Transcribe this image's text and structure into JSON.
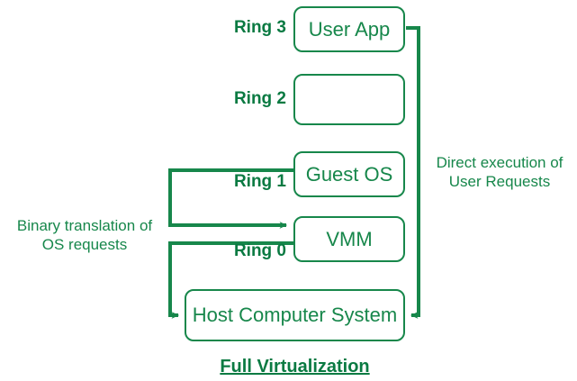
{
  "diagram": {
    "title": "Full Virtualization",
    "accent_color": "#17874b",
    "label_color": "#0a7a42",
    "background_color": "#ffffff",
    "rings": [
      {
        "label": "Ring 3",
        "box_text": "User App"
      },
      {
        "label": "Ring 2",
        "box_text": ""
      },
      {
        "label": "Ring 1",
        "box_text": "Guest OS"
      },
      {
        "label": "Ring 0",
        "box_text": "VMM"
      }
    ],
    "host": {
      "box_text": "Host Computer System"
    },
    "annotations": {
      "left": {
        "line1": "Binary translation of",
        "line2": "OS requests"
      },
      "right": {
        "line1": "Direct execution of",
        "line2": "User Requests"
      }
    }
  }
}
